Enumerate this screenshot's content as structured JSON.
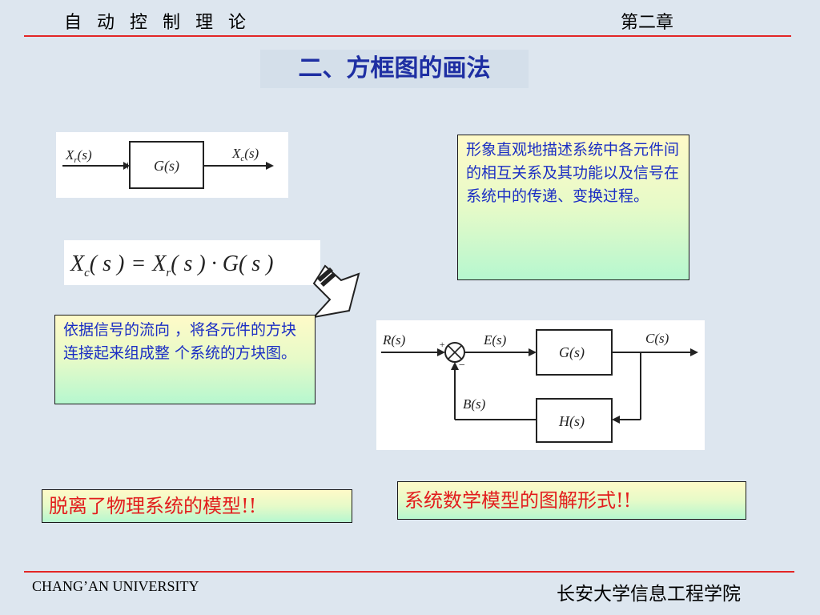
{
  "header": {
    "course": "自 动 控 制 理 论",
    "chapter": "第二章"
  },
  "slide_title": "二、方框图的画法",
  "diagram1": {
    "input": "X",
    "input_sub": "r",
    "input_arg": "(s)",
    "block": "G(s)",
    "output": "X",
    "output_sub": "c",
    "output_arg": "(s)"
  },
  "equation": {
    "lhs": "X",
    "lhs_sub": "c",
    "lhs_rest": "( s )",
    "eq": "=",
    "r1": "X",
    "r1_sub": "r",
    "r1_rest": "( s ) · G( s )"
  },
  "note_right": "形象直观地描述系统中各元件间的相互关系及其功能以及信号在系统中的传递、变换过程。",
  "note_left": "依据信号的流向 ，将各元件的方块连接起来组成整  个系统的方块图。",
  "diagram2": {
    "input": "R(s)",
    "error": "E(s)",
    "forward": "G(s)",
    "output": "C(s)",
    "feedback_signal": "B(s)",
    "feedback": "H(s)",
    "plus": "+",
    "minus": "−"
  },
  "box_left": "脱离了物理系统的模型!!",
  "box_right": "系统数学模型的图解形式!!",
  "footer": {
    "university": "CHANG’AN UNIVERSITY",
    "institute": "长安大学信息工程学院"
  },
  "colors": {
    "title": "#1e2fa3",
    "note_text": "#1b2ec4",
    "alert_text": "#e21d1d",
    "rule": "#e32626"
  }
}
